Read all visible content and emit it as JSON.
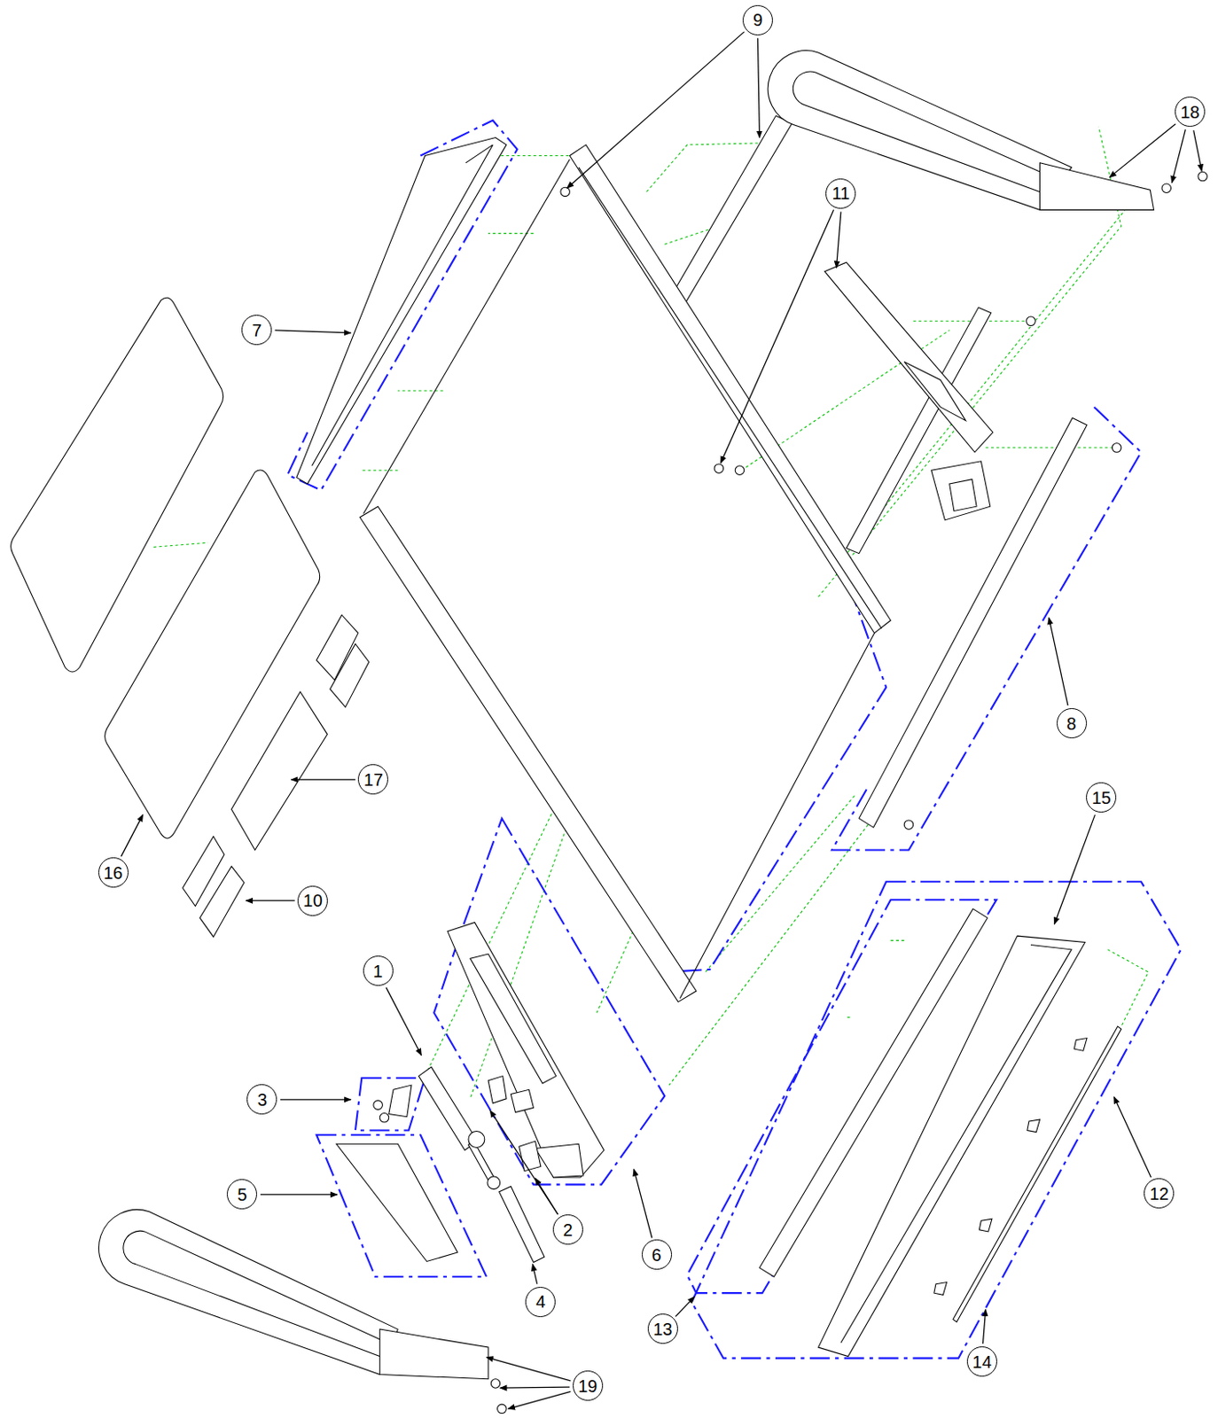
{
  "diagram": {
    "nodes": [
      {
        "text": [
          "9"
        ]
      },
      {
        "text": [
          "18"
        ]
      },
      {
        "text": [
          "11"
        ]
      },
      {
        "text": [
          "7"
        ]
      },
      {
        "text": [
          "8"
        ]
      },
      {
        "text": [
          "17"
        ]
      },
      {
        "text": [
          "15"
        ]
      },
      {
        "text": [
          "16"
        ]
      },
      {
        "text": [
          "10"
        ]
      },
      {
        "text": [
          "1"
        ]
      },
      {
        "text": [
          "3"
        ]
      },
      {
        "text": [
          "12"
        ]
      },
      {
        "text": [
          "5"
        ]
      },
      {
        "text": [
          "2"
        ]
      },
      {
        "text": [
          "6"
        ]
      },
      {
        "text": [
          "4"
        ]
      },
      {
        "text": [
          "13"
        ]
      },
      {
        "text": [
          "14"
        ]
      },
      {
        "text": [
          "19"
        ]
      }
    ]
  }
}
